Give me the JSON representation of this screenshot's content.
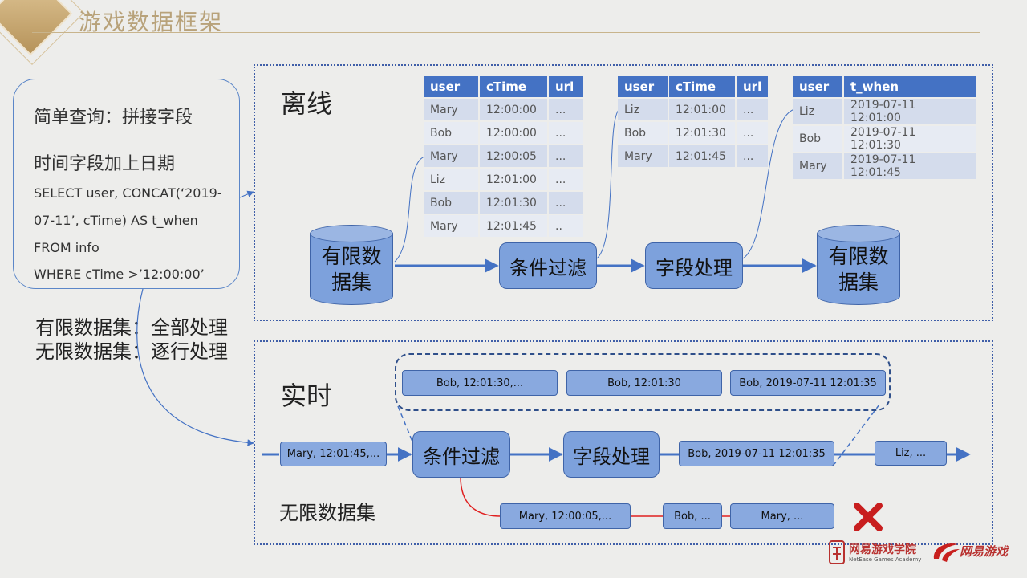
{
  "header": {
    "title": "游戏数据框架"
  },
  "notes": {
    "line1": "简单查询：拼接字段",
    "line2": "时间字段加上日期",
    "sql1": "SELECT  user,  CONCAT(‘2019-",
    "sql2": "07-11’, cTime) AS t_when",
    "sql3": "FROM info",
    "sql4": "WHERE cTime >’12:00:00’"
  },
  "summary": {
    "line1": "有限数据集：全部处理",
    "line2": "无限数据集：逐行处理"
  },
  "offline": {
    "label": "离线",
    "source": {
      "line1": "有限数",
      "line2": "据集"
    },
    "filter": "条件过滤",
    "process": "字段处理",
    "sink": {
      "line1": "有限数",
      "line2": "据集"
    },
    "table1": {
      "headers": [
        "user",
        "cTime",
        "url"
      ],
      "rows": [
        [
          "Mary",
          "12:00:00",
          "..."
        ],
        [
          "Bob",
          "12:00:00",
          "..."
        ],
        [
          "Mary",
          "12:00:05",
          "..."
        ],
        [
          "Liz",
          "12:01:00",
          "..."
        ],
        [
          "Bob",
          "12:01:30",
          "..."
        ],
        [
          "Mary",
          "12:01:45",
          ".."
        ]
      ]
    },
    "table2": {
      "headers": [
        "user",
        "cTime",
        "url"
      ],
      "rows": [
        [
          "Liz",
          "12:01:00",
          "..."
        ],
        [
          "Bob",
          "12:01:30",
          "..."
        ],
        [
          "Mary",
          "12:01:45",
          "..."
        ]
      ]
    },
    "table3": {
      "headers": [
        "user",
        "t_when"
      ],
      "rows": [
        [
          "Liz",
          "2019-07-11  12:01:00"
        ],
        [
          "Bob",
          "2019-07-11  12:01:30"
        ],
        [
          "Mary",
          "2019-07-11  12:01:45"
        ]
      ]
    }
  },
  "realtime": {
    "label": "实时",
    "unbounded_label": "无限数据集",
    "filter": "条件过滤",
    "process": "字段处理",
    "input_record": "Mary, 12:01:45,...",
    "output_record": "Bob, 2019-07-11  12:01:35",
    "next_record": "Liz, ...",
    "detail": [
      "Bob, 12:01:30,...",
      "Bob, 12:01:30",
      "Bob, 2019-07-11 12:01:35"
    ],
    "rejected": [
      "Mary, 12:00:05,...",
      "Bob, ...",
      "Mary, ..."
    ]
  },
  "logos": {
    "academy_cn": "网易游戏学院",
    "academy_en": "NetEase Games Academy",
    "games": "网易游戏"
  },
  "colors": {
    "accent": "#4472c4",
    "node": "#7da1dc",
    "reject": "#e02020",
    "gold": "#b8a27a"
  }
}
